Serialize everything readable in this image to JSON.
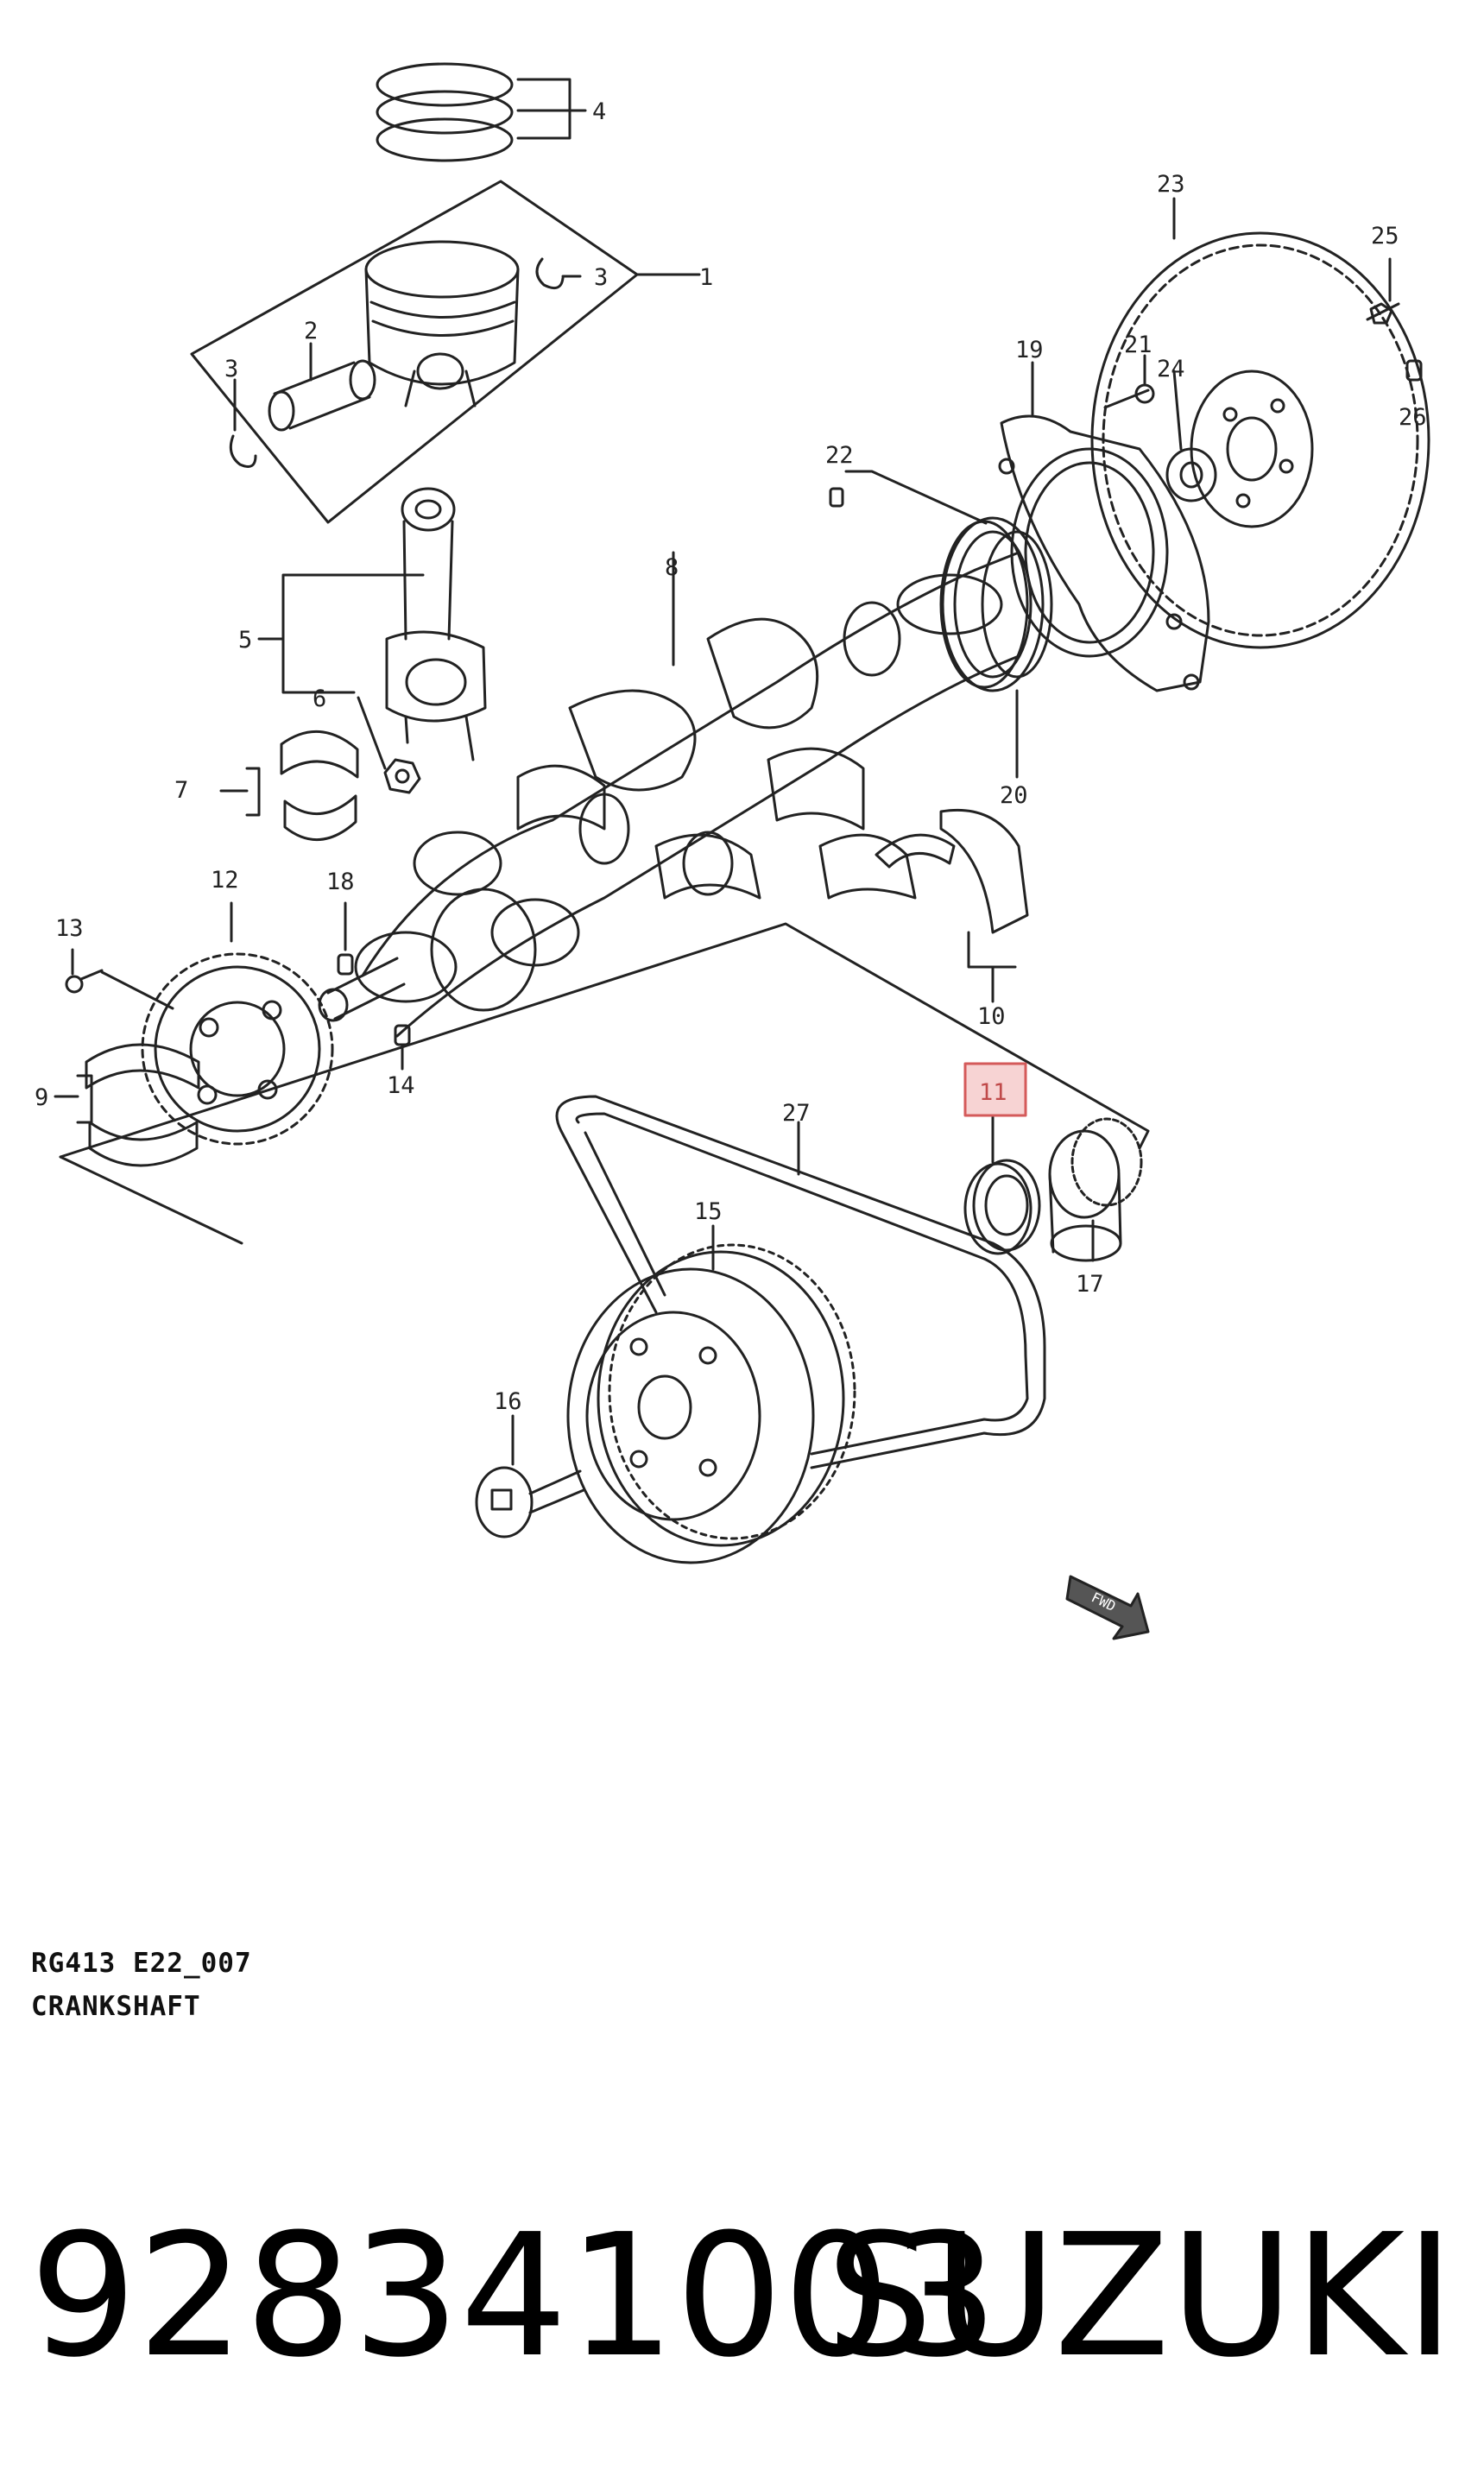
{
  "diagram": {
    "callouts": [
      "1",
      "2",
      "3",
      "3",
      "4",
      "5",
      "6",
      "7",
      "8",
      "9",
      "10",
      "11",
      "12",
      "13",
      "14",
      "15",
      "16",
      "17",
      "18",
      "19",
      "20",
      "21",
      "22",
      "23",
      "24",
      "25",
      "26",
      "27"
    ],
    "highlighted_callout": "11",
    "direction_mark": "FWD",
    "colors": {
      "line": "#222222",
      "highlight_box": "#f7d3d3",
      "highlight_border": "#d45a5a"
    }
  },
  "caption": {
    "code": "RG413 E22_007",
    "title": "CRANKSHAFT"
  },
  "footer": {
    "part_number": "928341003",
    "brand": "SUZUKI"
  }
}
